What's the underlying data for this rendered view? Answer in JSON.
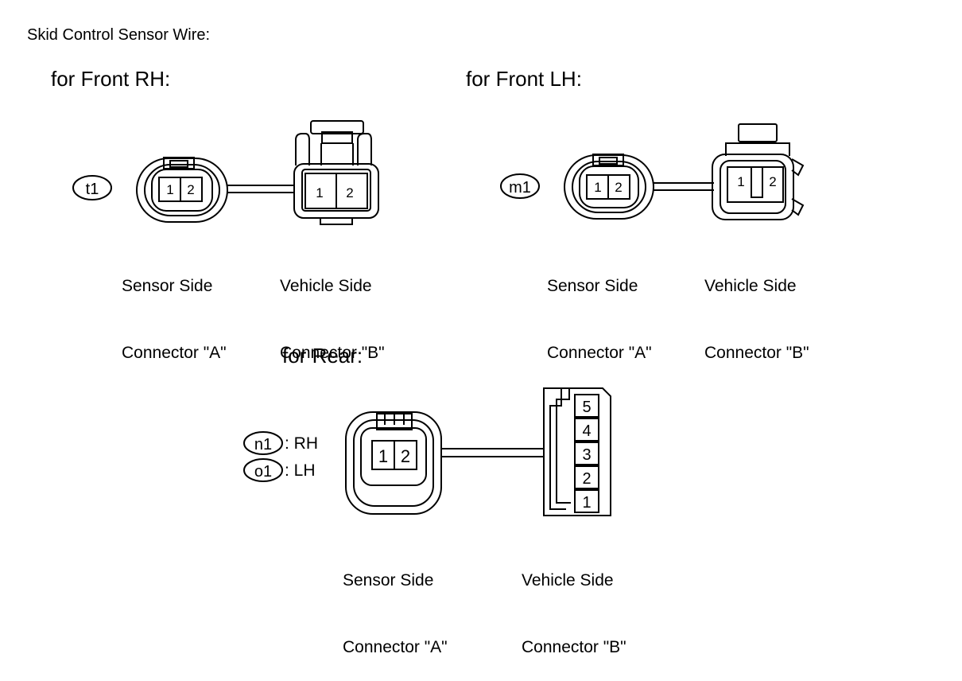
{
  "title": "Skid Control Sensor Wire:",
  "sections": {
    "front_rh": {
      "title": "for Front RH:",
      "code": "t1",
      "connector_a": {
        "line1": "Sensor Side",
        "line2": "Connector \"A\"",
        "pins": [
          "1",
          "2"
        ]
      },
      "connector_b": {
        "line1": "Vehicle Side",
        "line2": "Connector \"B\"",
        "pins": [
          "1",
          "2"
        ]
      }
    },
    "front_lh": {
      "title": "for Front LH:",
      "code": "m1",
      "connector_a": {
        "line1": "Sensor Side",
        "line2": "Connector \"A\"",
        "pins": [
          "1",
          "2"
        ]
      },
      "connector_b": {
        "line1": "Vehicle Side",
        "line2": "Connector \"B\"",
        "pins": [
          "1",
          "2"
        ]
      }
    },
    "rear": {
      "title": "for Rear:",
      "codes": [
        {
          "code": "n1",
          "side": ": RH"
        },
        {
          "code": "o1",
          "side": ": LH"
        }
      ],
      "connector_a": {
        "line1": "Sensor Side",
        "line2": "Connector \"A\"",
        "pins": [
          "1",
          "2"
        ]
      },
      "connector_b": {
        "line1": "Vehicle Side",
        "line2": "Connector \"B\"",
        "pins": [
          "5",
          "4",
          "3",
          "2",
          "1"
        ]
      }
    }
  }
}
